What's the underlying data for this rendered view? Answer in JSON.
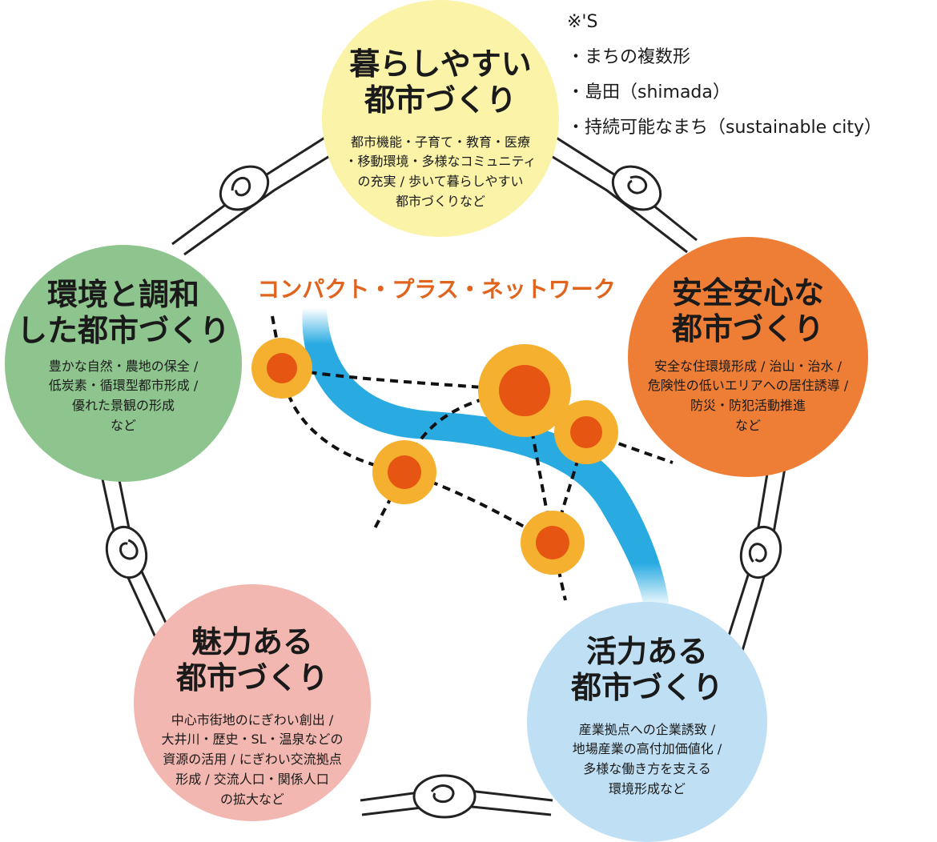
{
  "center_title": "コンパクト・プラス・ネットワーク",
  "note": {
    "heading": "※'S",
    "items": [
      "・まちの複数形",
      "・島田（shimada）",
      "・持続可能なまち（sustainable city）"
    ]
  },
  "circles": {
    "top": {
      "title_lines": [
        "暮らしやすい",
        "都市づくり"
      ],
      "desc_lines": [
        "都市機能・子育て・教育・医療",
        "・移動環境・多様なコミュニティ",
        "の充実 / 歩いて暮らしやすい",
        "都市づくりなど"
      ],
      "color": "#fbf3a8"
    },
    "left": {
      "title_lines": [
        "環境と調和",
        "した都市づくり"
      ],
      "desc_lines": [
        "豊かな自然・農地の保全 /",
        "低炭素・循環型都市形成 /",
        "優れた景観の形成",
        "など"
      ],
      "color": "#8ec58e"
    },
    "right": {
      "title_lines": [
        "安全安心な",
        "都市づくり"
      ],
      "desc_lines": [
        "安全な住環境形成 / 治山・治水 /",
        "危険性の低いエリアへの居住誘導 /",
        "防災・防犯活動推進",
        "など"
      ],
      "color": "#ee7e36"
    },
    "bottom_left": {
      "title_lines": [
        "魅力ある",
        "都市づくり"
      ],
      "desc_lines": [
        "中心市街地のにぎわい創出 /",
        "大井川・歴史・SL・温泉などの",
        "資源の活用 / にぎわい交流拠点",
        "形成 / 交流人口・関係人口",
        "の拡大など"
      ],
      "color": "#f2b7b0"
    },
    "bottom_right": {
      "title_lines": [
        "活力ある",
        "都市づくり"
      ],
      "desc_lines": [
        "産業拠点への企業誘致 /",
        "地場産業の高付加価値化 /",
        "多様な働き方を支える",
        "環境形成など"
      ],
      "color": "#bfe0f4"
    }
  },
  "colors": {
    "river": "#29abe2",
    "hub_outer": "#f4b02e",
    "hub_inner": "#e65512",
    "center_title": "#e0641e"
  }
}
